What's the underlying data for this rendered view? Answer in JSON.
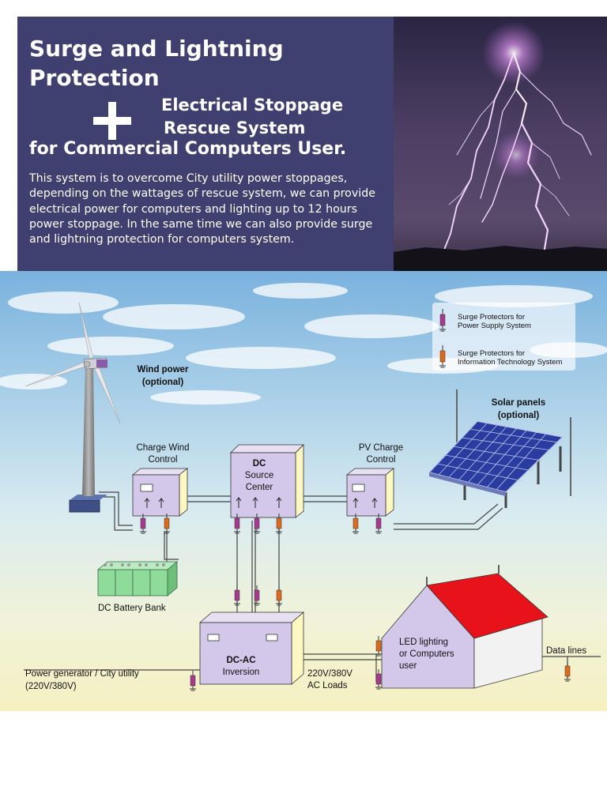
{
  "header": {
    "title_line1": "Surge and Lightning",
    "title_line2": "Protection",
    "subtitle_line1": "Electrical Stoppage",
    "subtitle_line2": "Rescue System",
    "title_line3": "for Commercial Computers User.",
    "intro": "This system is to overcome City utility power stoppages, depending on the wattages of rescue system, we can provide electrical power for computers and lighting up to 12 hours power stoppage. In the same time we can also provide surge and lightning protection for computers system.",
    "bg_color": "#3f4070"
  },
  "legend": {
    "power_line1": "Surge Protectors for",
    "power_line2": "Power Supply System",
    "it_line1": "Surge Protectors for",
    "it_line2": "Information Technology System",
    "power_color": "#a53a8f",
    "it_color": "#e06a1b"
  },
  "labels": {
    "wind_line1": "Wind power",
    "wind_line2": "(optional)",
    "solar_line1": "Solar panels",
    "solar_line2": "(optional)",
    "charge_wind_line1": "Charge Wind",
    "charge_wind_line2": "Control",
    "dc_line1": "DC",
    "dc_line2": "Source",
    "dc_line3": "Center",
    "pv_line1": "PV Charge",
    "pv_line2": "Control",
    "battery": "DC Battery Bank",
    "dcac_line1": "DC-AC",
    "dcac_line2": "Inversion",
    "generator_line1": "Power generator / City utility",
    "generator_line2": "(220V/380V)",
    "loads_line1": "220V/380V",
    "loads_line2": "AC Loads",
    "led_line1": "LED lighting",
    "led_line2": "or Computers",
    "led_line3": "user",
    "data_lines": "Data lines"
  },
  "colors": {
    "box_fill": "#d4c8ea",
    "box_side": "#fdf7c2",
    "roof": "#e8121a",
    "battery": "#8fdc9a"
  }
}
